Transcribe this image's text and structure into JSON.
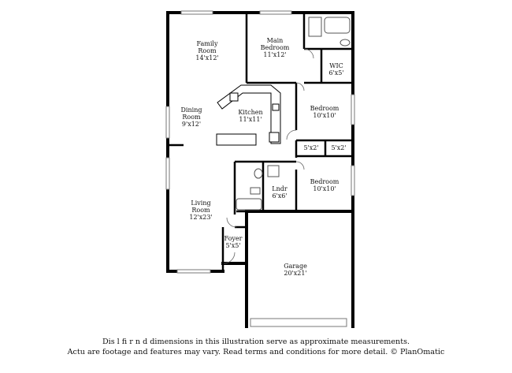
{
  "rooms": {
    "family_room": {
      "name": "Family\nRoom",
      "dims": "14'x12'"
    },
    "main_bedroom": {
      "name": "Main\nBedroom",
      "dims": "11'x12'"
    },
    "wic": {
      "name": "WIC",
      "dims": "6'x5'"
    },
    "dining_room": {
      "name": "Dining\nRoom",
      "dims": "9'x12'"
    },
    "kitchen": {
      "name": "Kitchen",
      "dims": "11'x11'"
    },
    "bedroom_1": {
      "name": "Bedroom",
      "dims": "10'x10'"
    },
    "closet_1": {
      "name": "",
      "dims": "5'x2'"
    },
    "closet_2": {
      "name": "",
      "dims": "5'x2'"
    },
    "bedroom_2": {
      "name": "Bedroom",
      "dims": "10'x10'"
    },
    "laundry": {
      "name": "Lndr",
      "dims": "6'x6'"
    },
    "living_room": {
      "name": "Living\nRoom",
      "dims": "12'x23'"
    },
    "foyer": {
      "name": "Foyer",
      "dims": "5'x5'"
    },
    "garage": {
      "name": "Garage",
      "dims": "20'x21'"
    }
  },
  "disclaimer": {
    "line1": "Dis      l  fi  r    n  d dimensions in this illustration serve as approximate measurements.",
    "line2": "Actu    are footage and features may vary. Read terms and conditions for more detail. © PlanOmatic"
  }
}
